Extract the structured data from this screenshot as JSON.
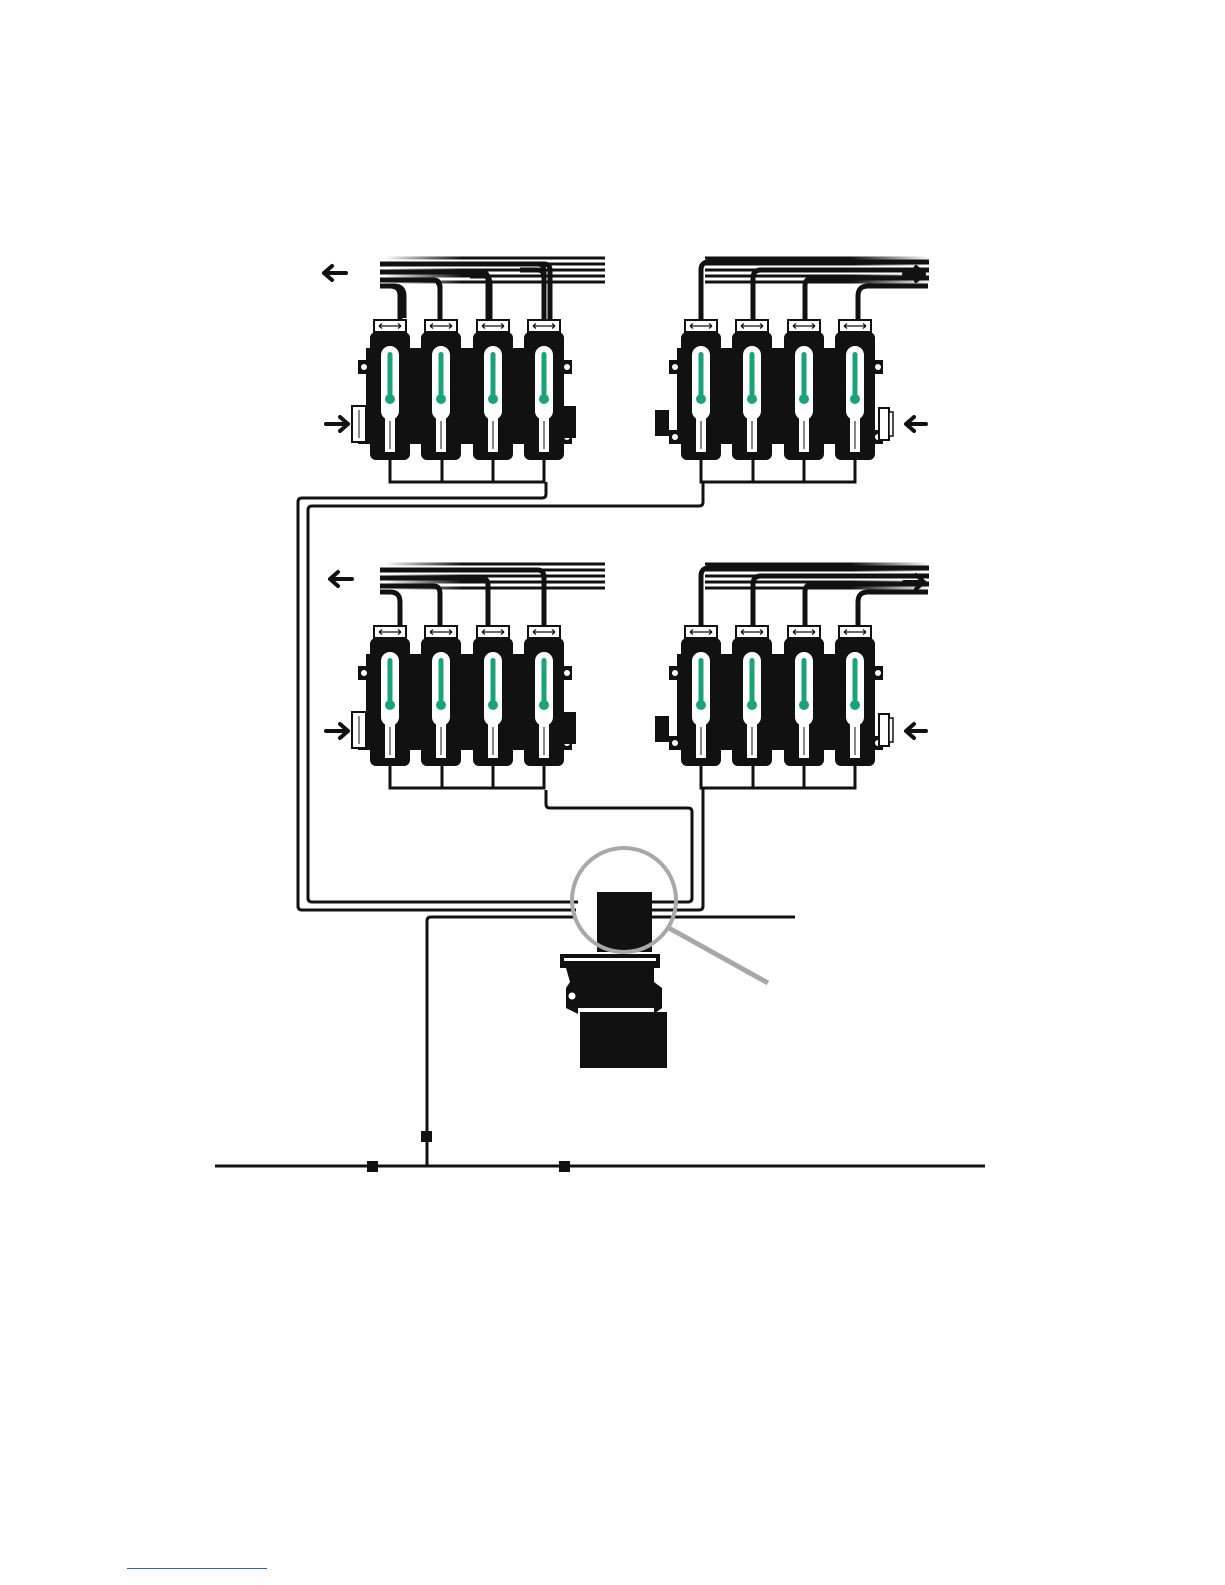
{
  "diagram": {
    "colors": {
      "ink": "#111111",
      "accent": "#1aa37a",
      "loupe": "#a8a8a8",
      "footer_rule": "#3b5bd6"
    },
    "manifold_banks": [
      {
        "id": "top-left",
        "outlet_direction": "left",
        "inlet_side": "left"
      },
      {
        "id": "top-right",
        "outlet_direction": "right",
        "inlet_side": "right"
      },
      {
        "id": "bottom-left",
        "outlet_direction": "left",
        "inlet_side": "left"
      },
      {
        "id": "bottom-right",
        "outlet_direction": "right",
        "inlet_side": "right"
      }
    ],
    "modules_per_bank": 4,
    "icons": [
      "left-arrow-icon",
      "right-arrow-icon",
      "thermometer-icon",
      "magnifier-loupe-icon"
    ]
  }
}
